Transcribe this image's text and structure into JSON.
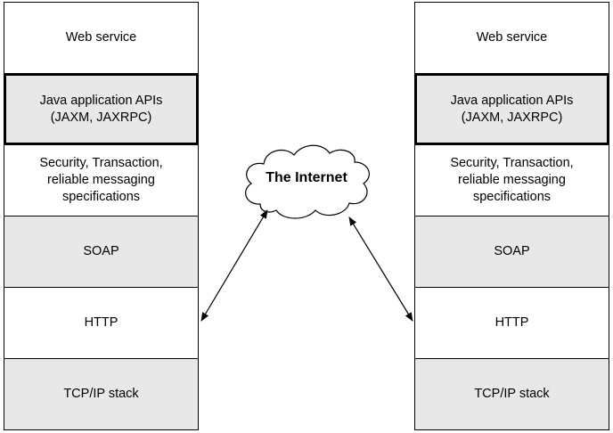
{
  "left_stack": {
    "layers": [
      {
        "label": "Web service"
      },
      {
        "label": "Java application APIs\n(JAXM, JAXRPC)"
      },
      {
        "label": "Security, Transaction,\nreliable messaging\nspecifications"
      },
      {
        "label": "SOAP"
      },
      {
        "label": "HTTP"
      },
      {
        "label": "TCP/IP stack"
      }
    ]
  },
  "right_stack": {
    "layers": [
      {
        "label": "Web service"
      },
      {
        "label": "Java application APIs\n(JAXM, JAXRPC)"
      },
      {
        "label": "Security, Transaction,\nreliable messaging\nspecifications"
      },
      {
        "label": "SOAP"
      },
      {
        "label": "HTTP"
      },
      {
        "label": "TCP/IP stack"
      }
    ]
  },
  "cloud": {
    "label": "The Internet"
  },
  "colors": {
    "gray_fill": "#e8e8e8",
    "white_fill": "#ffffff",
    "stroke": "#000000"
  }
}
